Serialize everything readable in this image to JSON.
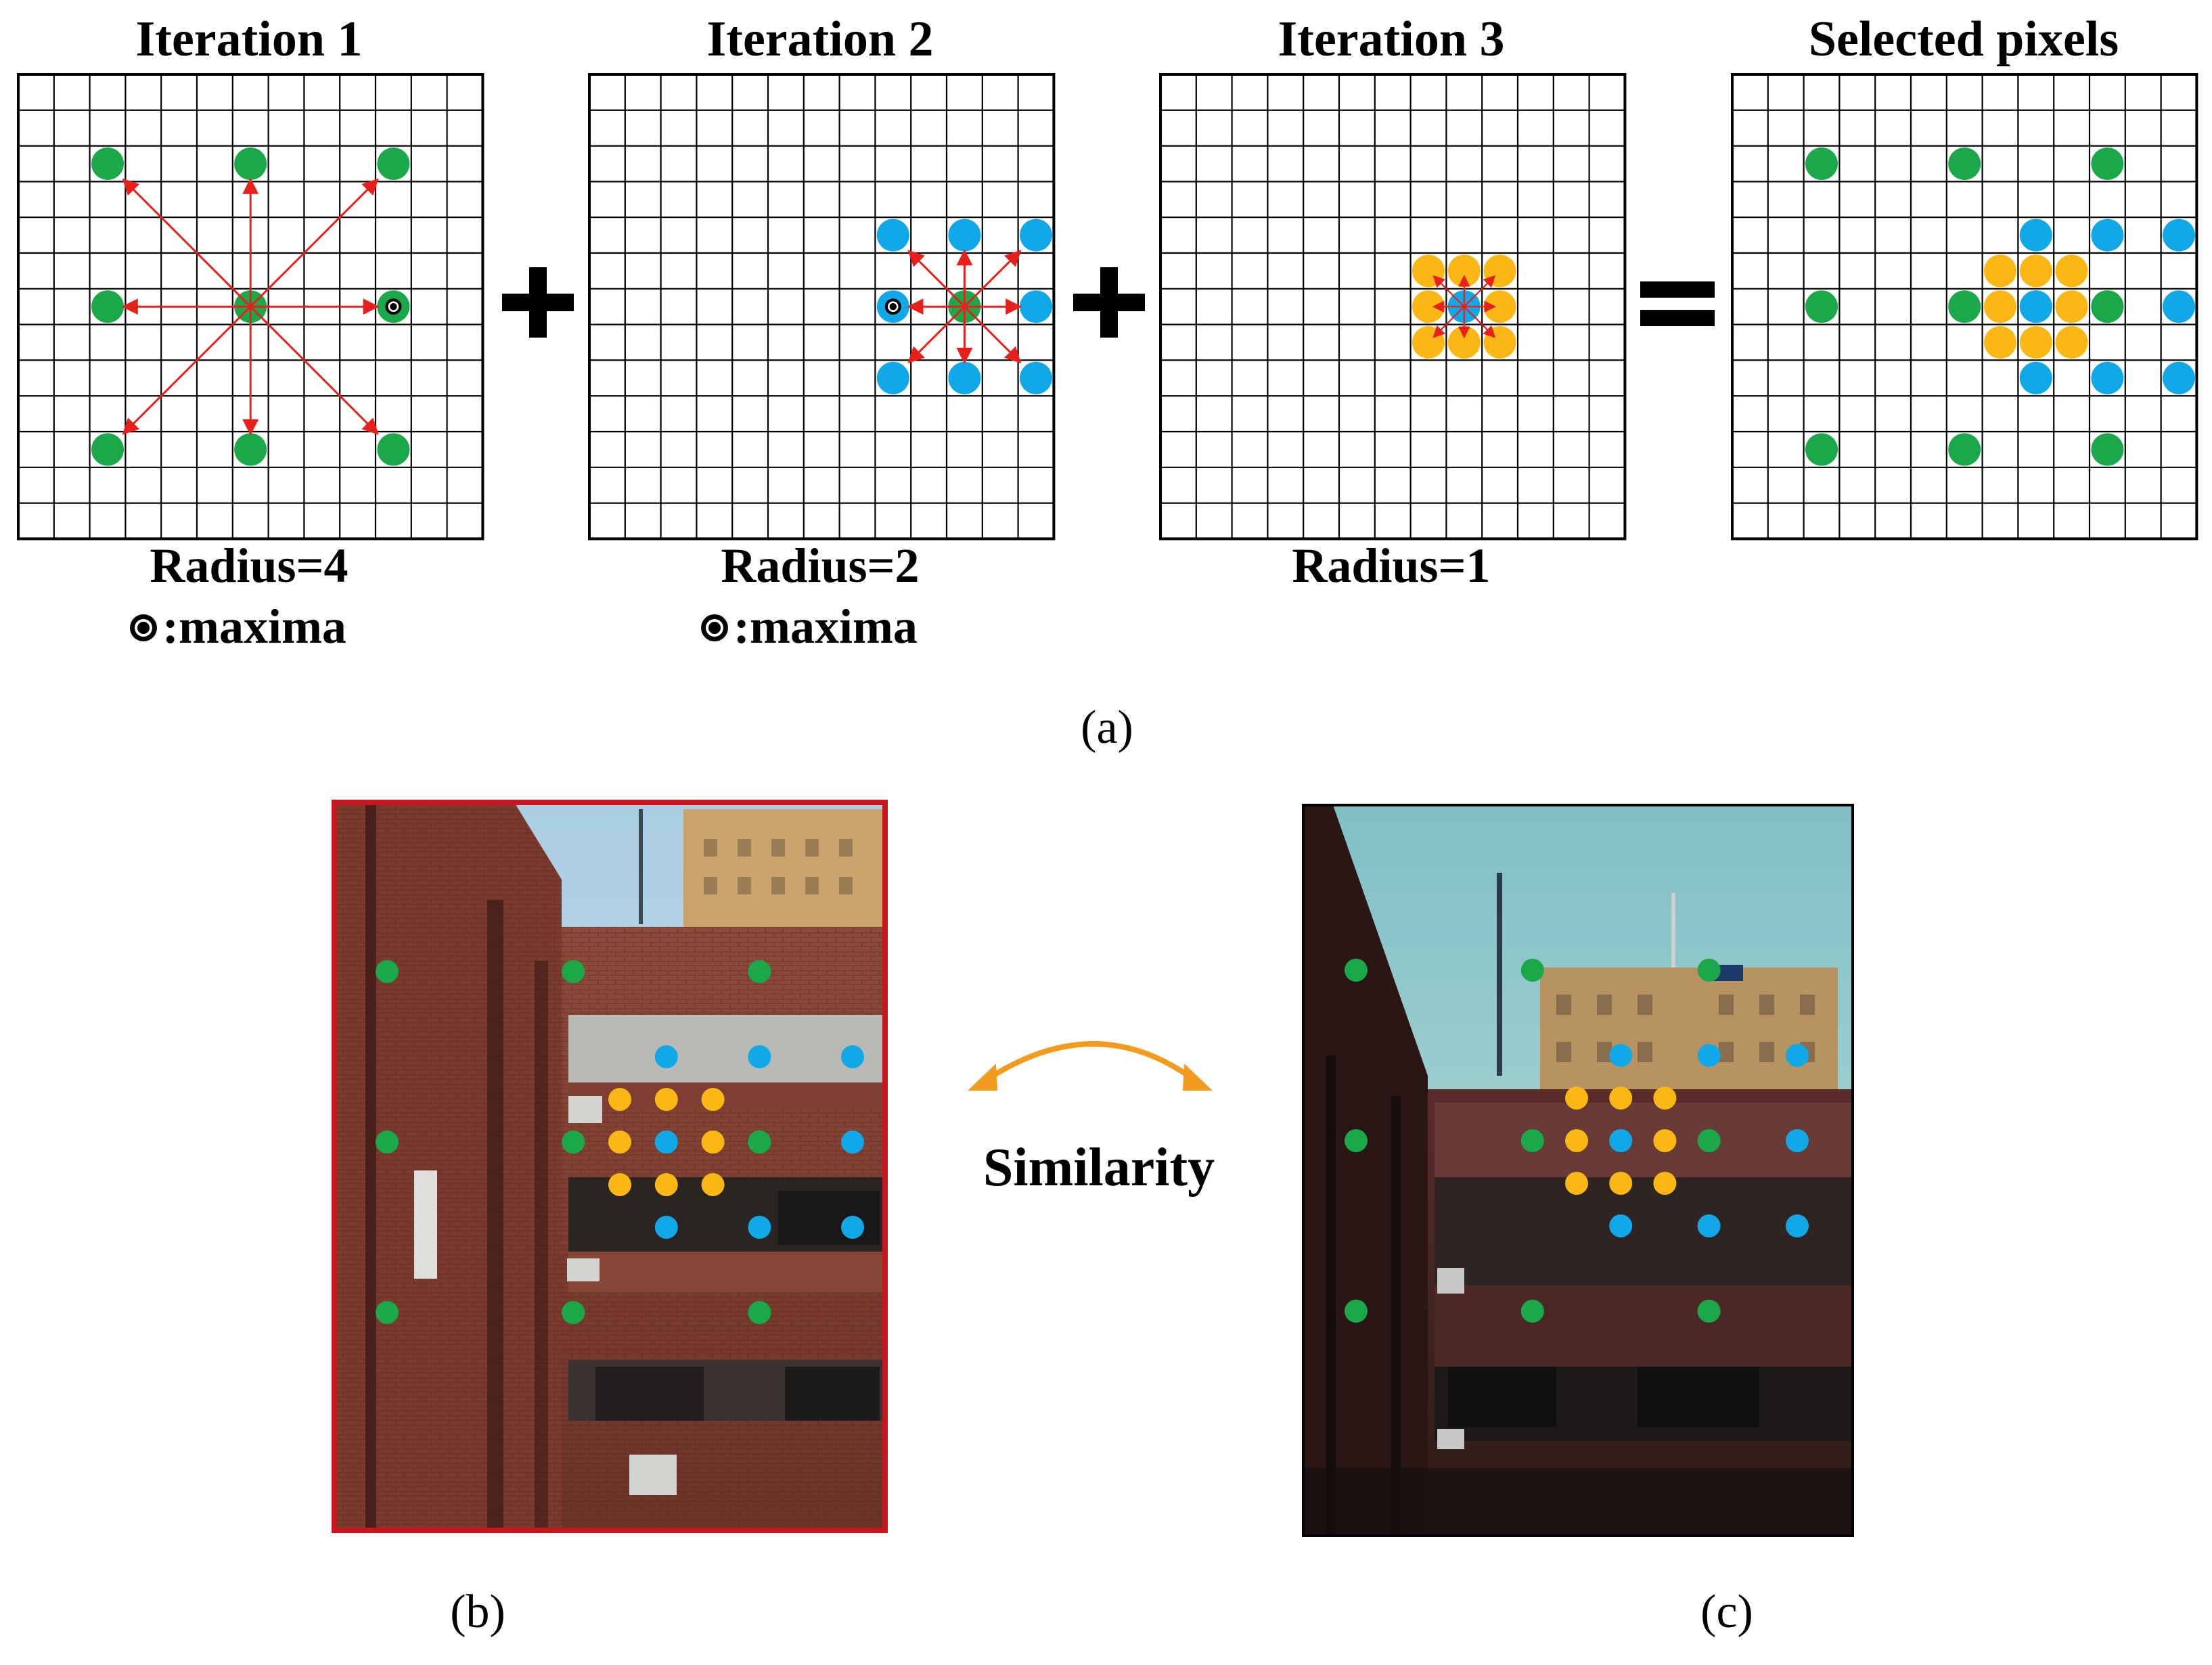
{
  "panel_a": {
    "caption": "(a)",
    "iterations": [
      {
        "title": "Iteration 1",
        "radius_label": "Radius=4",
        "legend_label": ":maxima"
      },
      {
        "title": "Iteration 2",
        "radius_label": "Radius=2",
        "legend_label": ":maxima"
      },
      {
        "title": "Iteration 3",
        "radius_label": "Radius=1",
        "legend_label": ""
      },
      {
        "title": "Selected pixels",
        "radius_label": "",
        "legend_label": ""
      }
    ],
    "operators": [
      "+",
      "+",
      "="
    ],
    "grid_size": 13
  },
  "panel_b": {
    "caption": "(b)"
  },
  "panel_c": {
    "caption": "(c)"
  },
  "similarity_label": "Similarity",
  "colors": {
    "green": "#1aa84a",
    "blue": "#11a8e8",
    "orange": "#fbb713",
    "arrow": "#e8201c",
    "frame_b": "#c8161c"
  }
}
